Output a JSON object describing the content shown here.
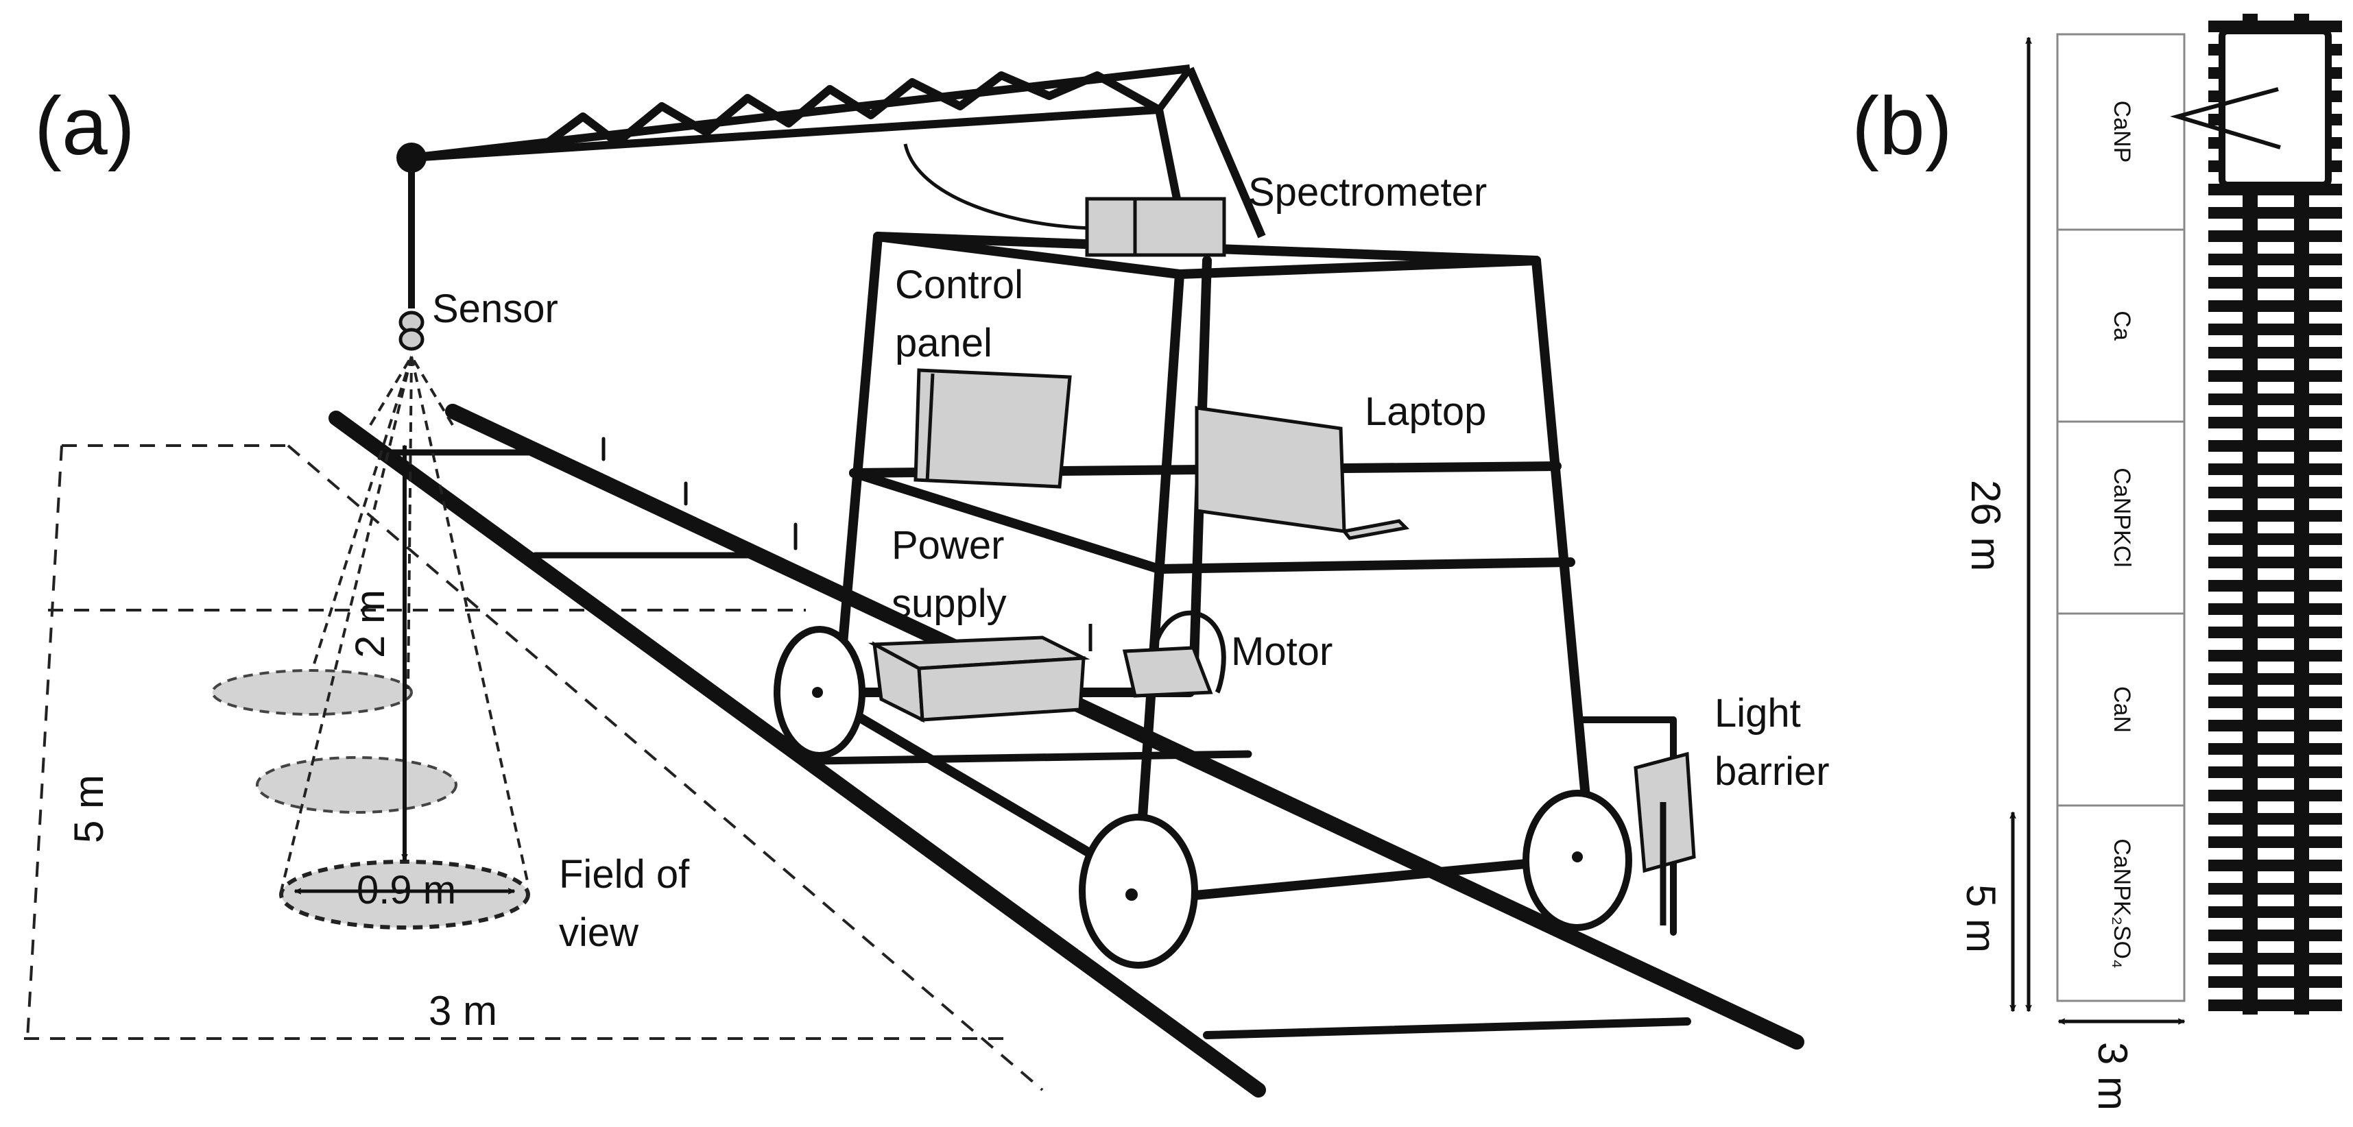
{
  "panel_a": {
    "label": "(a)",
    "components": {
      "sensor": "Sensor",
      "spectrometer": "Spectrometer",
      "control_panel_line1": "Control",
      "control_panel_line2": "panel",
      "laptop": "Laptop",
      "power_supply_line1": "Power",
      "power_supply_line2": "supply",
      "motor": "Motor",
      "light_barrier_line1": "Light",
      "light_barrier_line2": "barrier",
      "field_of_view_line1": "Field of",
      "field_of_view_line2": "view"
    },
    "dimensions": {
      "sensor_height": "2 m",
      "fov_diameter": "0.9 m",
      "field_length": "5 m",
      "field_width": "3 m"
    }
  },
  "panel_b": {
    "label": "(b)",
    "plots": [
      "CaNP",
      "Ca",
      "CaNPKCl",
      "CaN",
      "CaNPK₂SO₄"
    ],
    "dimensions": {
      "total_length": "26 m",
      "plot_length": "5 m",
      "plot_width": "3 m"
    }
  }
}
